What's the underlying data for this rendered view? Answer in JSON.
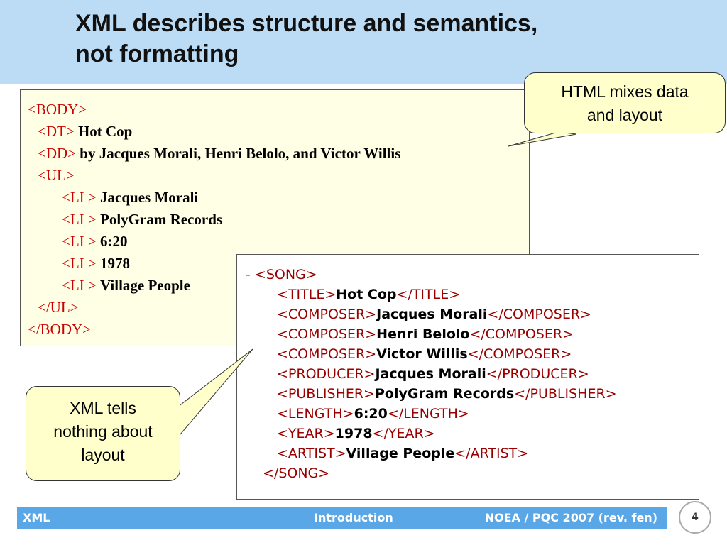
{
  "slide": {
    "title_line1": "XML describes structure and semantics,",
    "title_line2": "not formatting"
  },
  "html_code": {
    "body_open": "<BODY>",
    "dt_tag": "<DT>",
    "dt_value": "Hot Cop",
    "dd_tag": "<DD>",
    "dd_value": "by Jacques Morali, Henri Belolo, and Victor Willis",
    "ul_open": "<UL>",
    "li_tag": "<LI >",
    "li_items": [
      "Jacques Morali",
      "PolyGram Records",
      "6:20",
      "1978",
      "Village People"
    ],
    "ul_close": "</UL>",
    "body_close": "</BODY>"
  },
  "xml_code": {
    "collapse_marker": "-",
    "song_open": "<SONG>",
    "song_close": "</SONG>",
    "rows": [
      {
        "open": "<TITLE>",
        "value": "Hot Cop",
        "close": "</TITLE>"
      },
      {
        "open": "<COMPOSER>",
        "value": "Jacques Morali",
        "close": "</COMPOSER>"
      },
      {
        "open": "<COMPOSER>",
        "value": "Henri Belolo",
        "close": "</COMPOSER>"
      },
      {
        "open": "<COMPOSER>",
        "value": "Victor Willis",
        "close": "</COMPOSER>"
      },
      {
        "open": "<PRODUCER>",
        "value": "Jacques Morali",
        "close": "</PRODUCER>"
      },
      {
        "open": "<PUBLISHER>",
        "value": "PolyGram Records",
        "close": "</PUBLISHER>"
      },
      {
        "open": "<LENGTH>",
        "value": "6:20",
        "close": "</LENGTH>"
      },
      {
        "open": "<YEAR>",
        "value": "1978",
        "close": "</YEAR>"
      },
      {
        "open": "<ARTIST>",
        "value": "Village People",
        "close": "</ARTIST>"
      }
    ]
  },
  "callouts": {
    "html": {
      "line1": "HTML mixes data",
      "line2": "and layout"
    },
    "xml": {
      "line1": "XML tells",
      "line2": "nothing about",
      "line3": "layout"
    }
  },
  "footer": {
    "left": "XML",
    "center": "Introduction",
    "right": "NOEA / PQC 2007 (rev. fen)",
    "page_number": "4"
  },
  "colors": {
    "title_band": "#bcdcf5",
    "footer_band": "#5aa7e8",
    "html_tag": "#cc0000",
    "xml_tag": "#990000",
    "callout_fill": "#ffffcc"
  }
}
